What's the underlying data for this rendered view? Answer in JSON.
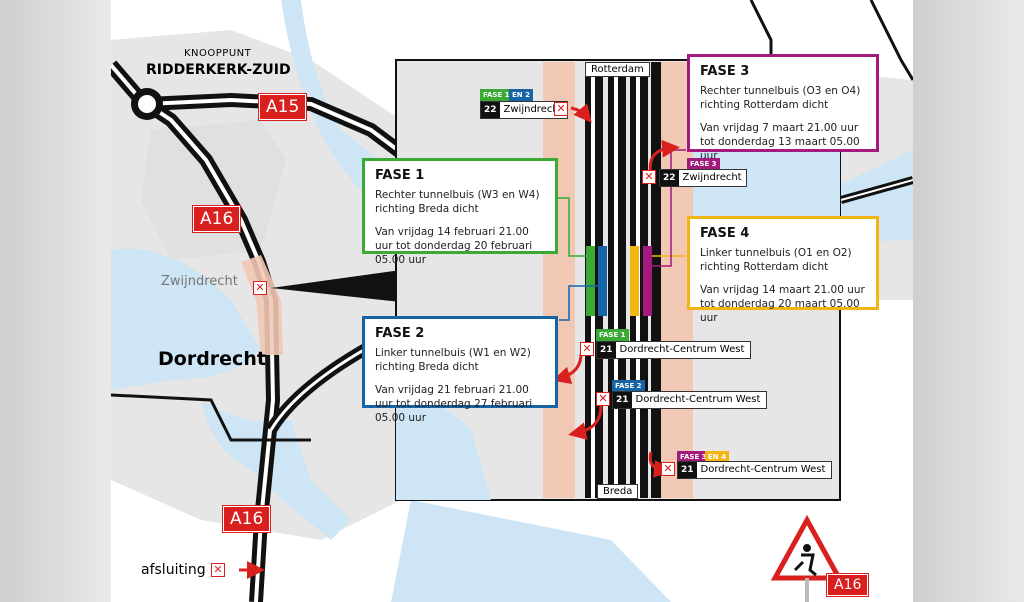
{
  "colors": {
    "fase1": "#3aaa35",
    "fase2": "#1564a6",
    "fase3": "#a3197d",
    "fase4": "#f3b512",
    "red": "#d9201f",
    "water": "#cde5f4",
    "land": "#e6e6e6"
  },
  "knooppunt": {
    "line1": "KNOOPPUNT",
    "line2": "RIDDERKERK-ZUID"
  },
  "shields": {
    "a15": "A15",
    "a16_top": "A16",
    "a16_bottom": "A16",
    "a16_sign": "A16"
  },
  "places": {
    "zwijndrecht": "Zwijndrecht",
    "dordrecht": "Dordrecht"
  },
  "inset": {
    "top_label": "Rotterdam",
    "bottom_label": "Breda"
  },
  "fase1": {
    "title": "FASE 1",
    "desc": "Rechter tunnelbuis (W3 en W4) richting Breda dicht",
    "dates": "Van vrijdag 14 februari 21.00 uur tot donderdag 20 februari 05.00 uur"
  },
  "fase2": {
    "title": "FASE 2",
    "desc": "Linker tunnelbuis (W1 en W2) richting Breda dicht",
    "dates": "Van vrijdag 21 februari 21.00 uur tot donderdag 27 februari 05.00 uur"
  },
  "fase3": {
    "title": "FASE 3",
    "desc": "Rechter tunnelbuis (O3 en O4)  richting Rotterdam dicht",
    "dates": "Van vrijdag 7 maart 21.00 uur tot donderdag 13 maart 05.00 uur"
  },
  "fase4": {
    "title": "FASE 4",
    "desc": "Linker tunnelbuis (O1 en O2) richting Rotterdam dicht",
    "dates": "Van vrijdag 14 maart 21.00 uur tot donderdag 20 maart 05.00 uur"
  },
  "tags": {
    "fase1": "FASE 1",
    "en2": "EN 2",
    "fase1b": "FASE 1",
    "fase2": "FASE 2",
    "fase3": "FASE 3",
    "fase3b": "FASE 3",
    "en4": "EN 4"
  },
  "exits": {
    "e1": {
      "num": "22",
      "name": "Zwijndrecht"
    },
    "e2": {
      "num": "22",
      "name": "Zwijndrecht"
    },
    "e3": {
      "num": "21",
      "name": "Dordrecht-Centrum West"
    },
    "e4": {
      "num": "21",
      "name": "Dordrecht-Centrum West"
    },
    "e5": {
      "num": "21",
      "name": "Dordrecht-Centrum West"
    }
  },
  "legend": {
    "label": "afsluiting"
  }
}
